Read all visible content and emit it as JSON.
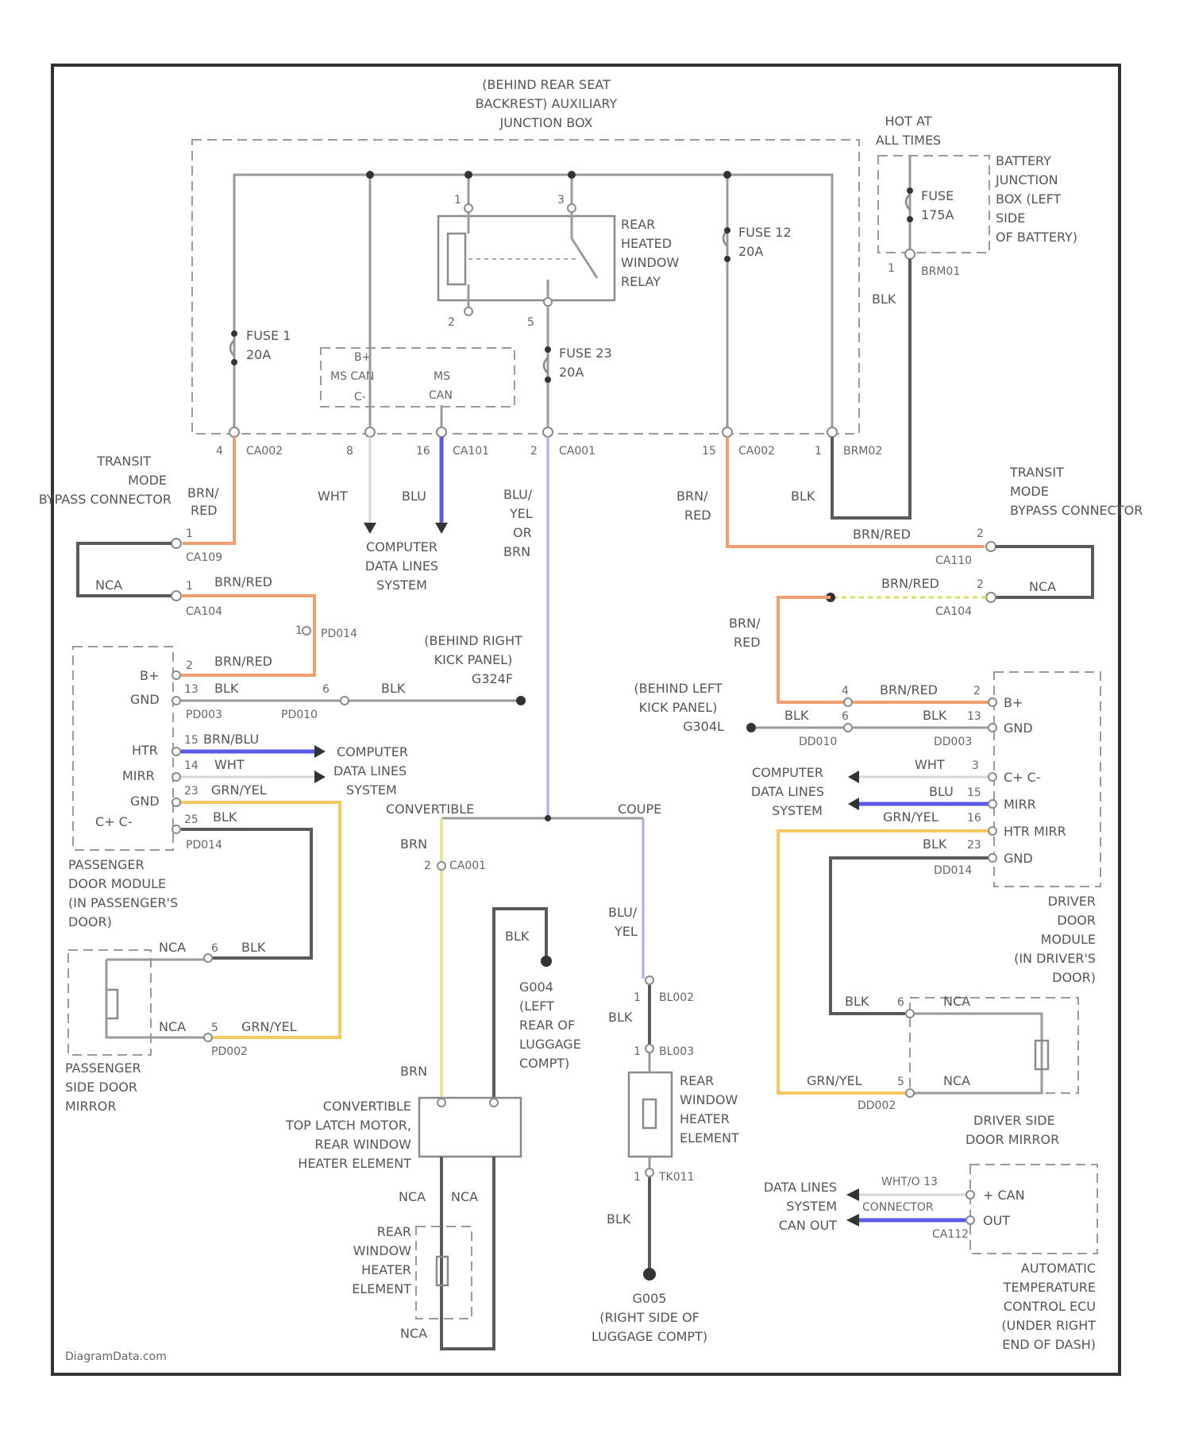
{
  "junction_box": {
    "title_lines": [
      "(BEHIND REAR SEAT",
      "BACKREST) AUXILIARY",
      "JUNCTION BOX"
    ]
  },
  "hot_at_all_times": [
    "HOT AT",
    "ALL TIMES"
  ],
  "battery_box": {
    "label_lines": [
      "BATTERY",
      "JUNCTION",
      "BOX (LEFT",
      "SIDE",
      "OF BATTERY)"
    ],
    "fuse": [
      "FUSE",
      "175A"
    ],
    "pin": "1",
    "connector": "BRM01",
    "wire": "BLK"
  },
  "relay": {
    "label_lines": [
      "REAR",
      "HEATED",
      "WINDOW",
      "RELAY"
    ],
    "pins": [
      "1",
      "3",
      "2",
      "5"
    ]
  },
  "fuses": {
    "f12": [
      "FUSE 12",
      "20A"
    ],
    "f1": [
      "FUSE 1",
      "20A"
    ],
    "f23": [
      "FUSE 23",
      "20A"
    ]
  },
  "can_module": {
    "bplus": "B+",
    "ms_can": "MS CAN",
    "c_minus": "C-",
    "ms": "MS",
    "can": "CAN"
  },
  "bottom_connectors": [
    {
      "pin": "4",
      "conn": "CA002"
    },
    {
      "pin": "8",
      "conn": ""
    },
    {
      "pin": "16",
      "conn": "CA101"
    },
    {
      "pin": "2",
      "conn": "CA001"
    },
    {
      "pin": "15",
      "conn": "CA002"
    },
    {
      "pin": "1",
      "conn": "BRM02"
    }
  ],
  "wire_labels": {
    "brn_red_left": [
      "BRN/",
      "RED"
    ],
    "wht": "WHT",
    "blu": "BLU",
    "blu_yel_or_brn": [
      "BLU/",
      "YEL",
      "OR",
      "BRN"
    ],
    "brn_red_right": [
      "BRN/",
      "RED"
    ],
    "blk_right": "BLK",
    "brn_red_right2": [
      "BRN/",
      "RED"
    ]
  },
  "transit_left": {
    "lines": [
      "TRANSIT",
      "MODE",
      "BYPASS CONNECTOR"
    ],
    "conn_a": "CA109",
    "conn_b": "CA104",
    "pin_a": "1",
    "pin_b": "1",
    "nca": "NCA",
    "wire_b": "BRN/RED"
  },
  "transit_right": {
    "lines": [
      "TRANSIT",
      "MODE",
      "BYPASS CONNECTOR"
    ],
    "conn_a": "CA110",
    "conn_b": "CA104",
    "pin_a": "2",
    "pin_b": "2",
    "nca": "NCA",
    "wire_a": "BRN/RED",
    "wire_b": "BRN/RED"
  },
  "computer_data_lines": [
    "COMPUTER",
    "DATA LINES",
    "SYSTEM"
  ],
  "left_side": {
    "pd014_top": "PD014",
    "pd014_pin": "1",
    "bplus_pin": "2",
    "bplus_wire": "BRN/RED",
    "gnd_pin": "13",
    "gnd_wire": "BLK",
    "pd010_pin": "6",
    "pd010_wire": "BLK",
    "pd003": "PD003",
    "pd010": "PD010",
    "kick_panel": [
      "(BEHIND RIGHT",
      "KICK PANEL)",
      "G324F"
    ],
    "htr_pin": "15",
    "htr_wire": "BRN/BLU",
    "mirr_pin": "14",
    "mirr_wire": "WHT",
    "gnd2_pin": "23",
    "gnd2_wire": "GRN/YEL",
    "cminus_pin": "25",
    "cminus_wire": "BLK",
    "pd014_bottom": "PD014",
    "bplus": "B+",
    "gnd": "GND",
    "htr": "HTR",
    "mirr": "MIRR",
    "gnd2": "GND",
    "cminus": "C+ C-",
    "module": [
      "PASSENGER",
      "DOOR MODULE",
      "(IN PASSENGER'S",
      "DOOR)"
    ]
  },
  "right_side": {
    "kick_panel": [
      "(BEHIND LEFT",
      "KICK PANEL)",
      "G304L"
    ],
    "bplus_pin_a": "4",
    "bplus_pin_b": "2",
    "bplus_wire": "BRN/RED",
    "gnd_pin_a": "6",
    "gnd_pin_b": "13",
    "gnd_wire": "BLK",
    "gnd_wire2": "BLK",
    "dd010": "DD010",
    "dd003": "DD003",
    "bplus": "B+",
    "gnd": "GND",
    "wht_pin": "3",
    "wht_wire": "WHT",
    "cc": "C+ C-",
    "blu_pin": "15",
    "blu_wire": "BLU",
    "mirr": "MIRR",
    "htr_pin": "16",
    "htr_wire": "GRN/YEL",
    "htr": "HTR MIRR",
    "gnd2_pin": "23",
    "gnd2_wire": "BLK",
    "gnd2": "GND",
    "dd014": "DD014",
    "module": [
      "DRIVER",
      "DOOR",
      "MODULE",
      "(IN DRIVER'S",
      "DOOR)"
    ]
  },
  "branch": {
    "convertible": "CONVERTIBLE",
    "coupe": "COUPE"
  },
  "left_mirror": {
    "nca1": "NCA",
    "pin1": "6",
    "wire1": "BLK",
    "nca2": "NCA",
    "pin2": "5",
    "wire2": "GRN/YEL",
    "conn": "PD002",
    "label": [
      "PASSENGER",
      "SIDE DOOR",
      "MIRROR"
    ]
  },
  "right_mirror": {
    "wire1": "BLK",
    "pin1": "6",
    "nca1": "NCA",
    "wire2": "GRN/YEL",
    "pin2": "5",
    "nca2": "NCA",
    "conn": "DD002",
    "label": [
      "DRIVER SIDE",
      "DOOR MIRROR"
    ]
  },
  "convertible": {
    "wire": "BRN",
    "pin": "2",
    "conn": "CA001",
    "blk": "BLK",
    "ground": [
      "G004",
      "(LEFT",
      "REAR OF",
      "LUGGAGE",
      "COMPT)"
    ],
    "wire2": "BRN",
    "motor": [
      "CONVERTIBLE",
      "TOP LATCH MOTOR,",
      "REAR WINDOW",
      "HEATER ELEMENT"
    ],
    "nca_a": "NCA",
    "nca_b": "NCA",
    "element": [
      "REAR",
      "WINDOW",
      "HEATER",
      "ELEMENT"
    ],
    "nca_c": "NCA"
  },
  "coupe": {
    "wire": [
      "BLU/",
      "YEL"
    ],
    "pin1": "1",
    "conn1": "BL002",
    "blk1": "BLK",
    "pin2": "1",
    "conn2": "BL003",
    "element": [
      "REAR",
      "WINDOW",
      "HEATER",
      "ELEMENT"
    ],
    "pin3": "1",
    "conn3": "TK011",
    "blk2": "BLK",
    "ground": [
      "G005",
      "(RIGHT SIDE OF",
      "LUGGAGE COMPT)"
    ]
  },
  "atc": {
    "data_lines": [
      "DATA LINES",
      "SYSTEM",
      "CAN OUT"
    ],
    "wire_top": "WHT/O 13",
    "connector": "CONNECTOR",
    "conn": "CA112",
    "can": "+ CAN",
    "out": "OUT",
    "label": [
      "AUTOMATIC",
      "TEMPERATURE",
      "CONTROL ECU",
      "(UNDER RIGHT",
      "END OF DASH)"
    ]
  },
  "footer": "DiagramData.com",
  "colors": {
    "blk": "#5a5a5a",
    "orange": "#f0a070",
    "blue": "#5a5ae8",
    "light_blue": "#aaaaf0",
    "yellow": "#f5c860"
  }
}
